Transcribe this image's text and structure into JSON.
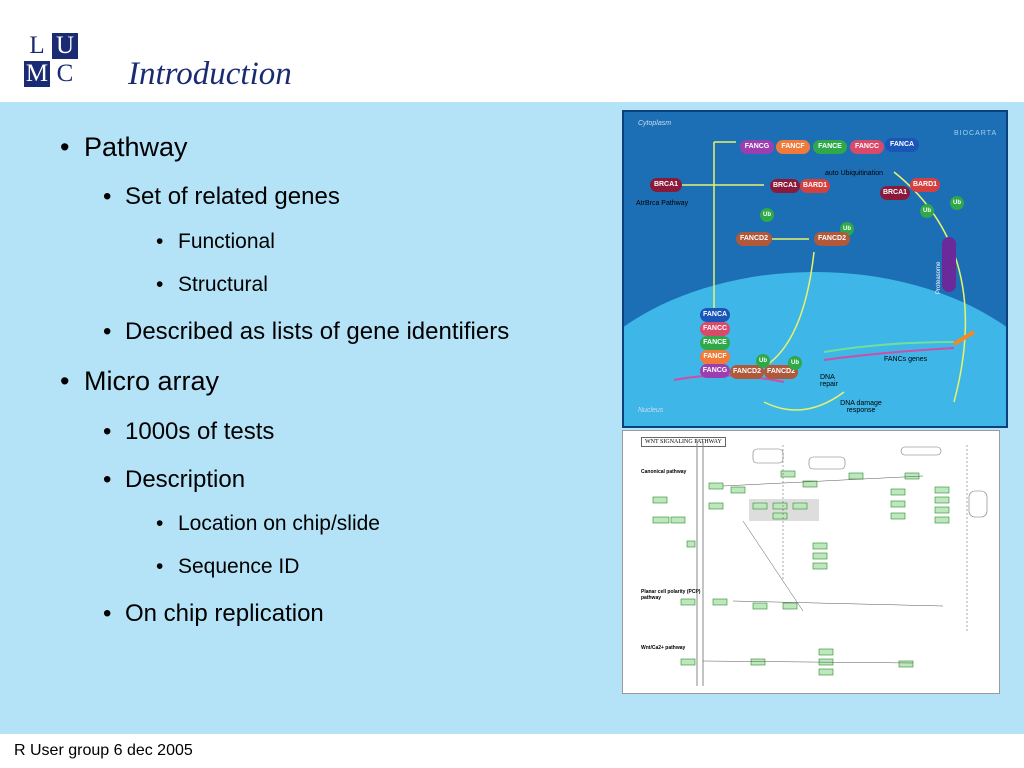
{
  "header": {
    "title": "Introduction",
    "logo": {
      "letters": [
        "L",
        "U",
        "M",
        "C"
      ]
    }
  },
  "bullets": [
    {
      "level": 1,
      "text": "Pathway"
    },
    {
      "level": 2,
      "text": "Set of related genes"
    },
    {
      "level": 3,
      "text": "Functional"
    },
    {
      "level": 3,
      "text": "Structural"
    },
    {
      "level": 2,
      "text": "Described as lists of gene identifiers"
    },
    {
      "level": 1,
      "text": "Micro array"
    },
    {
      "level": 2,
      "text": "1000s of tests"
    },
    {
      "level": 2,
      "text": "Description"
    },
    {
      "level": 3,
      "text": "Location on chip/slide"
    },
    {
      "level": 3,
      "text": "Sequence ID"
    },
    {
      "level": 2,
      "text": "On chip replication"
    }
  ],
  "bullet_glyph": "•",
  "figure1": {
    "cytoplasm": "Cytoplasm",
    "nucleus": "Nucleus",
    "brand": "BIOCARTA",
    "pathway_label": "AtrBrca Pathway",
    "auto_ubiquitination": "auto Ubiquitination",
    "proteasome": "Proteasome",
    "fanca_genes": "FANCs genes",
    "dna_repair": "DNA repair",
    "dna_damage": "DNA damage response",
    "top_row": [
      "FANCG",
      "FANCF",
      "FANCE",
      "FANCC",
      "FANCA"
    ],
    "nucleus_stack": [
      "FANCA",
      "FANCC",
      "FANCE",
      "FANCF",
      "FANCG"
    ],
    "brca1": "BRCA1",
    "bard1": "BARD1",
    "fancd2": "FANCD2",
    "ub": "Ub",
    "colors": {
      "cytoplasm": "#1d6fb5",
      "nucleus": "#3fb6e8"
    }
  },
  "figure2": {
    "title": "WNT SIGNALING PATHWAY",
    "sections": [
      "Canonical pathway",
      "Planar cell polarity (PCP) pathway",
      "Wnt/Ca2+ pathway"
    ]
  },
  "footer": {
    "text": "R User group 6 dec 2005"
  }
}
